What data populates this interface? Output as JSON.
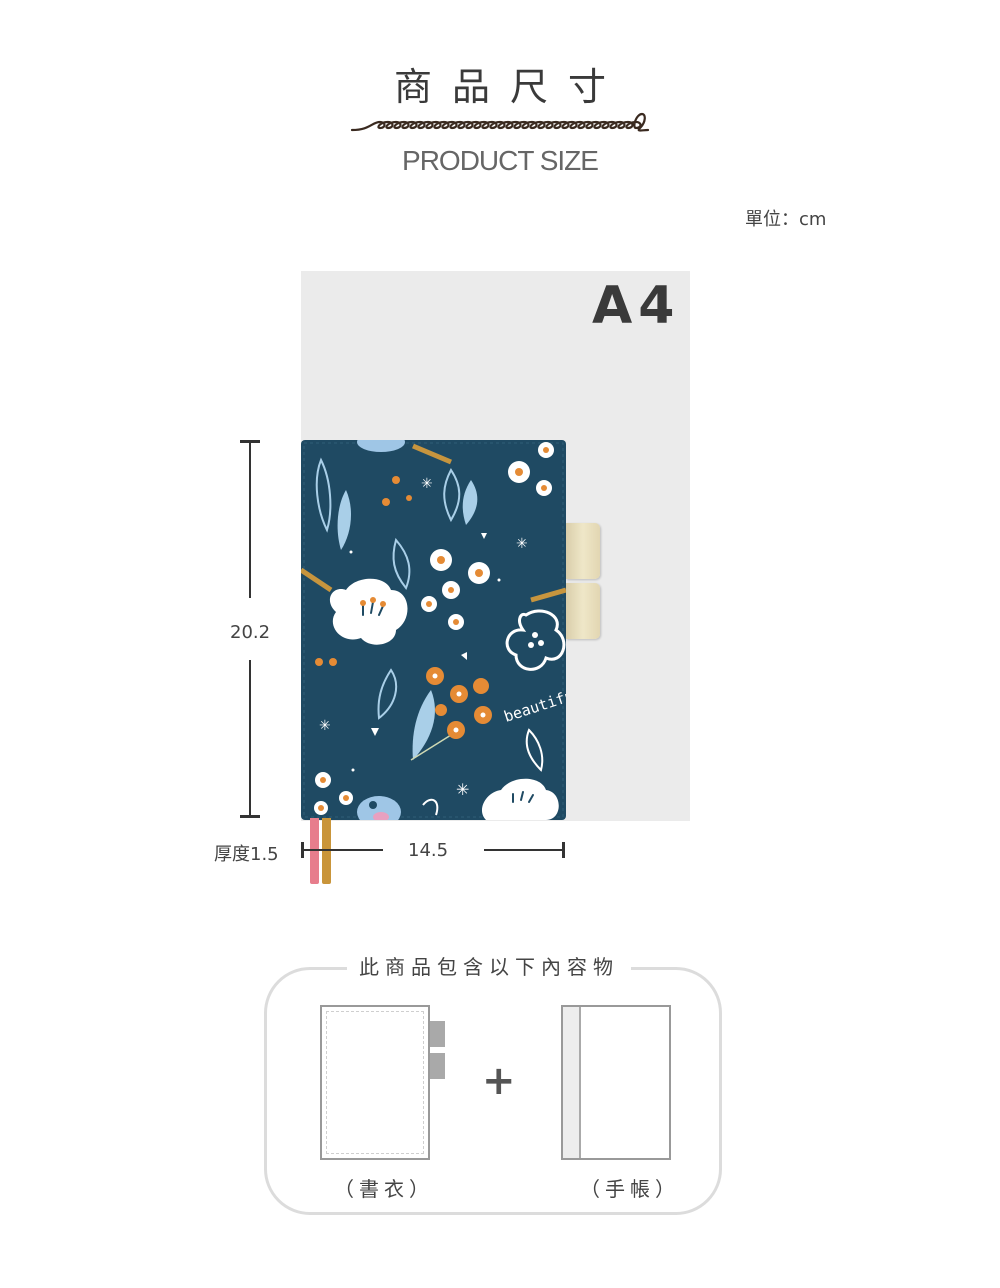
{
  "header": {
    "title_zh": "商品尺寸",
    "title_en": "PRODUCT SIZE",
    "unit": "單位：cm"
  },
  "diagram": {
    "paper_label": "A4",
    "height_value": "20.2",
    "width_value": "14.5",
    "thickness_label": "厚度1.5",
    "cover_text": "beautiful"
  },
  "contents": {
    "title": "此商品包含以下內容物",
    "plus": "+",
    "item1": "（書衣）",
    "item2": "（手帳）"
  },
  "colors": {
    "cover": "#1f4a63",
    "orange": "#e58b35",
    "tab": "#e8dfc0",
    "ribbon_pink": "#e77d8c",
    "ribbon_gold": "#c9953a"
  }
}
